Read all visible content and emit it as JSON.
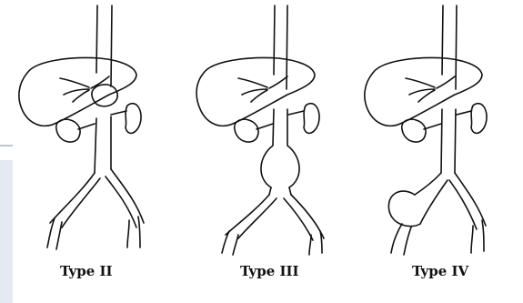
{
  "panels": [
    {
      "id": "type-ii",
      "label": "Type II"
    },
    {
      "id": "type-iii",
      "label": "Type III"
    },
    {
      "id": "type-iv",
      "label": "Type IV"
    }
  ],
  "colors": {
    "ink": "#111111",
    "background": "#ffffff",
    "side_strip": "#e3eaf1"
  }
}
